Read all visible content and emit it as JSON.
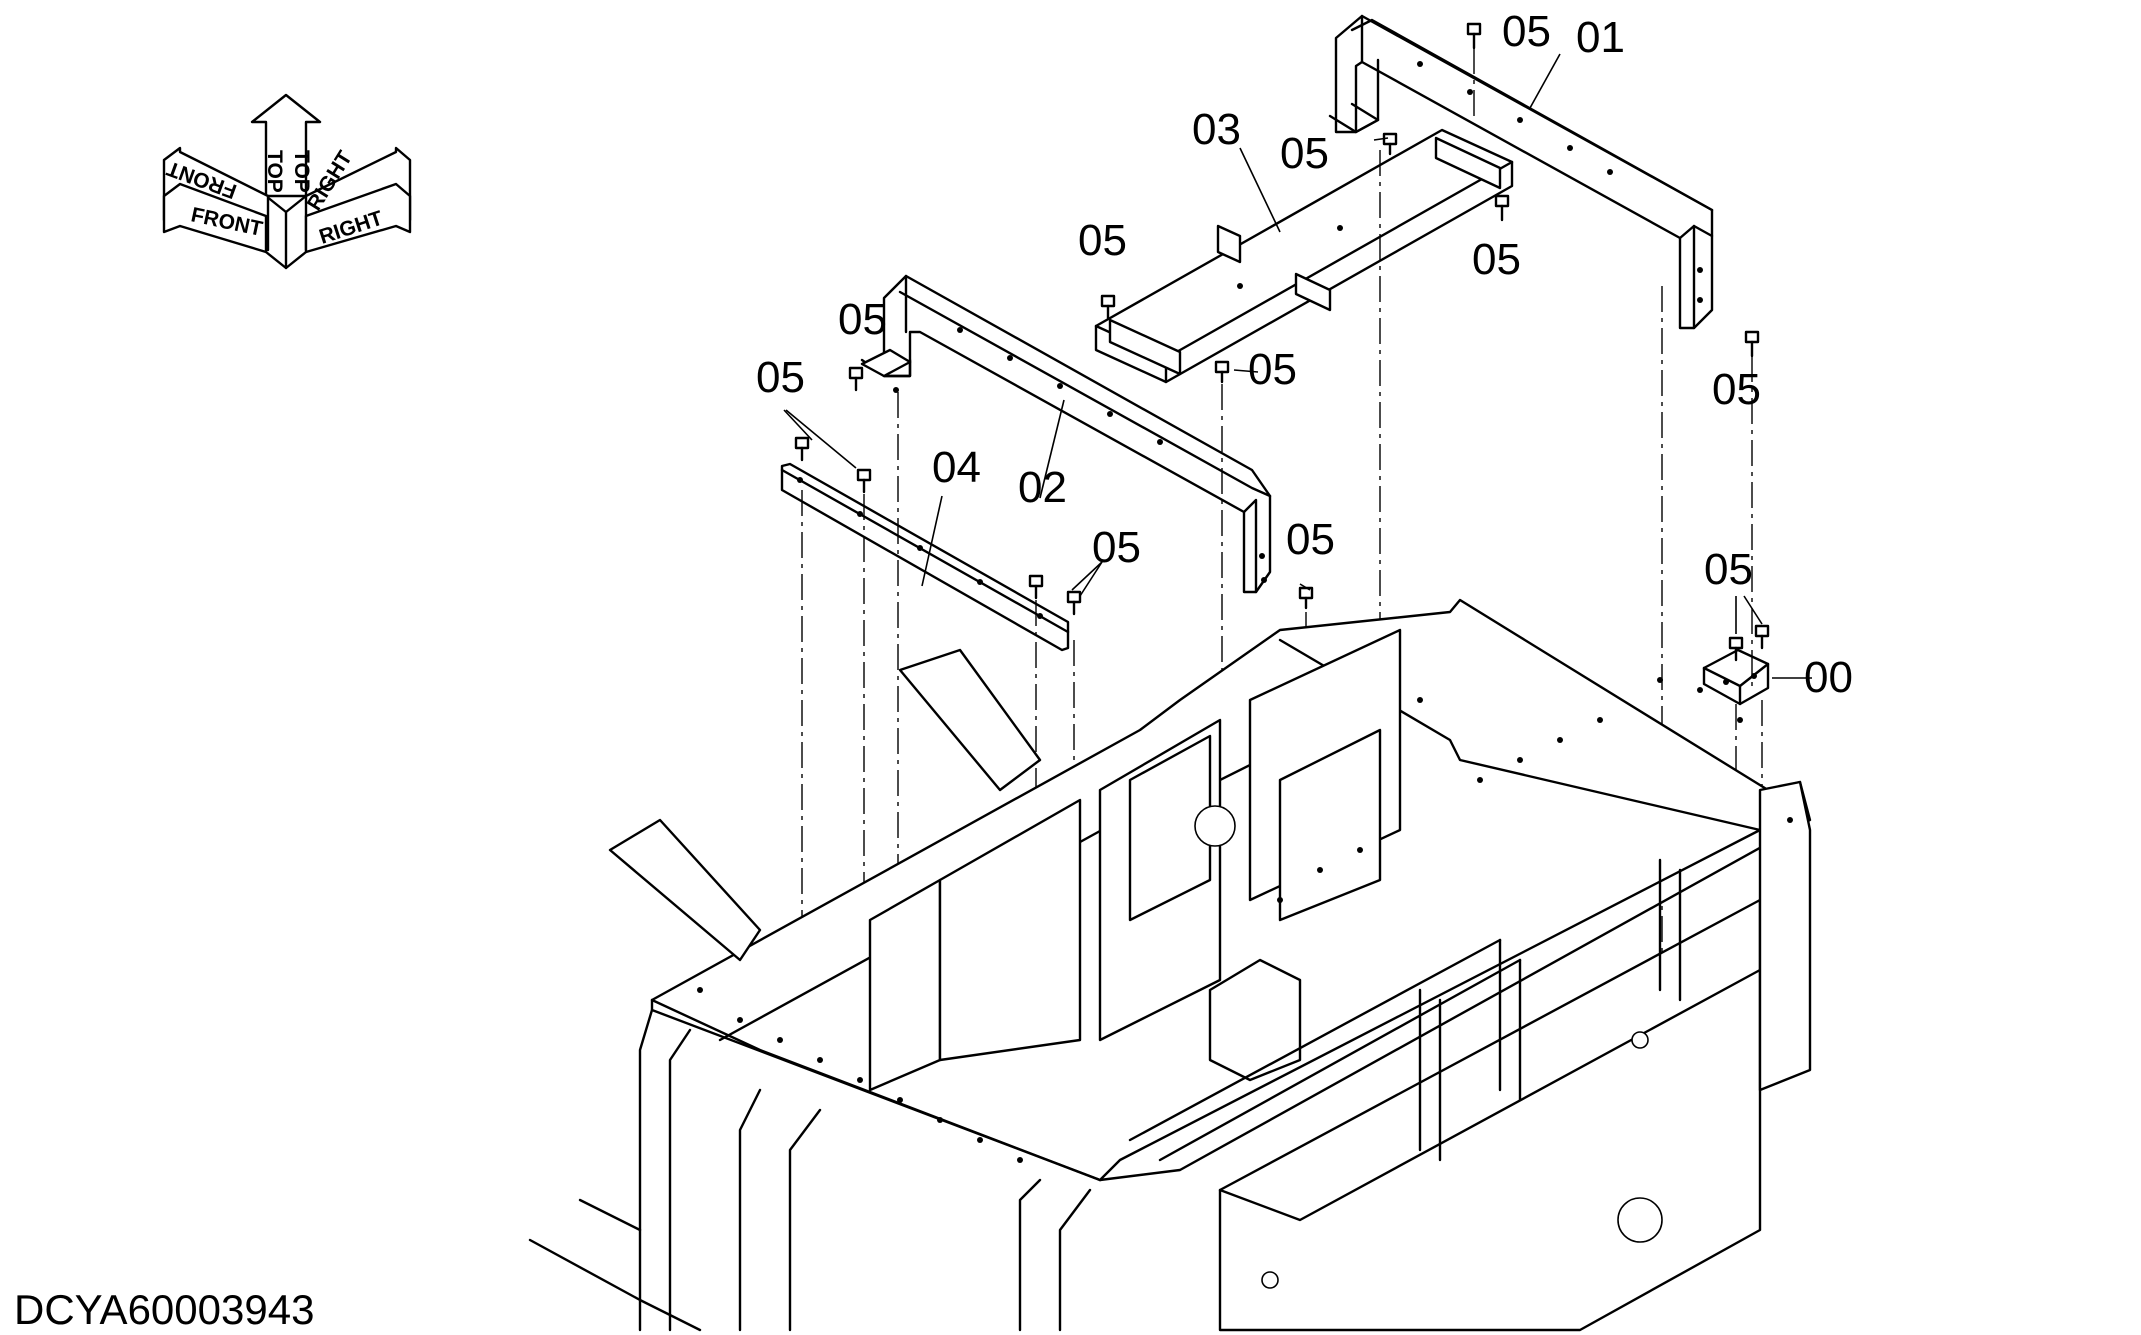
{
  "orientation_arrows": {
    "front": "FRONT",
    "top": "TOP",
    "right": "RIGHT"
  },
  "callouts": {
    "part_00": "00",
    "part_01": "01",
    "part_02": "02",
    "part_03": "03",
    "part_04": "04",
    "part_05": "05"
  },
  "drawing_id": "DCYA60003943"
}
